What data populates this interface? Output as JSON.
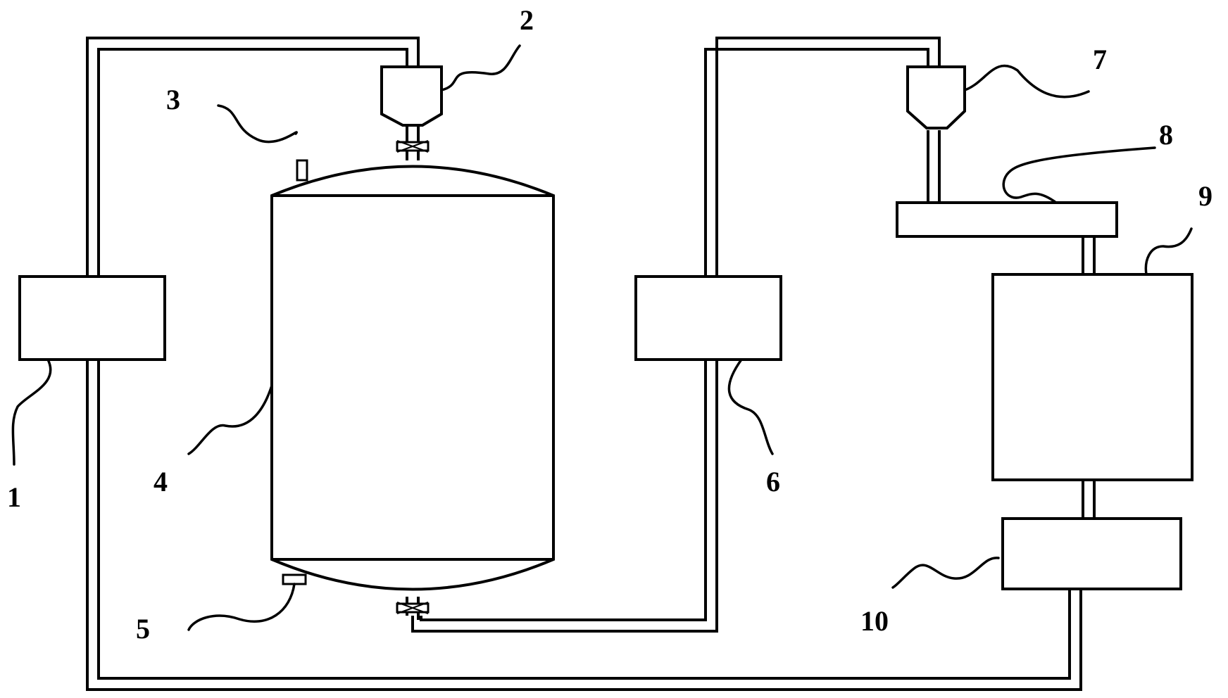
{
  "labels": {
    "n1": "1",
    "n2": "2",
    "n3": "3",
    "n4": "4",
    "n5": "5",
    "n6": "6",
    "n7": "7",
    "n8": "8",
    "n9": "9",
    "n10": "10"
  }
}
